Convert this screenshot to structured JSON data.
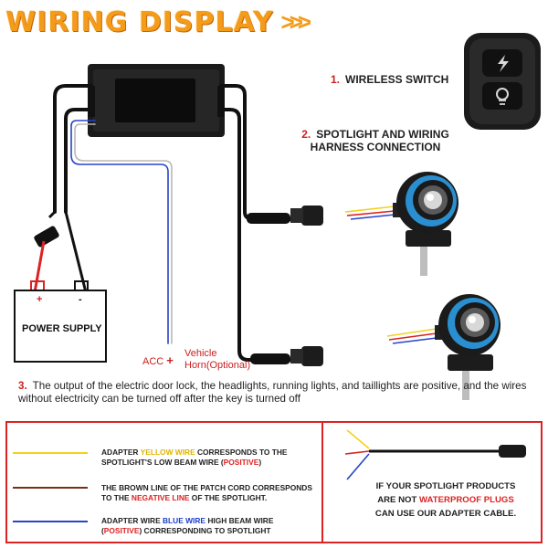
{
  "header": {
    "title": "WIRING DISPLAY",
    "chevrons": ">>>"
  },
  "steps": {
    "s1": {
      "num": "1.",
      "text": "WIRELESS SWITCH"
    },
    "s2": {
      "num": "2.",
      "line1": "SPOTLIGHT AND WIRING",
      "line2": "HARNESS CONNECTION"
    },
    "s3": {
      "num": "3.",
      "text": "The output of the electric door lock, the headlights, running lights, and taillights are positive, and the wires without electricity can be turned off after the key is turned off"
    }
  },
  "diagram": {
    "power_supply": "POWER SUPPLY",
    "plus": "+",
    "minus": "-",
    "acc": "ACC",
    "acc_plus": "+",
    "horn_line1": "Vehicle",
    "horn_line2": "Horn(Optional)"
  },
  "legend": {
    "yellow": {
      "p1": "ADAPTER ",
      "hl1": "YELLOW WIRE",
      "p2": " CORRESPONDS TO THE SPOTLIGHT'S LOW BEAM WIRE (",
      "hl2": "POSITIVE",
      "p3": ")"
    },
    "brown": {
      "p1": "THE BROWN LINE OF THE PATCH CORD CORRESPONDS TO THE ",
      "hl1": "NEGATIVE LINE",
      "p2": " OF THE SPOTLIGHT."
    },
    "blue": {
      "p1": "ADAPTER WIRE ",
      "hl1": "BLUE WIRE",
      "p2": " HIGH BEAM WIRE (",
      "hl2": "POSITIVE",
      "p3": ") CORRESPONDING TO SPOTLIGHT"
    },
    "adapter": {
      "line1": "IF YOUR SPOTLIGHT PRODUCTS",
      "p2": "ARE NOT ",
      "hl2": "WATERPROOF PLUGS",
      "line3": "CAN USE OUR ADAPTER CABLE."
    }
  },
  "colors": {
    "title": "#f59b1a",
    "accent_red": "#d22",
    "yellow_wire": "#f2d21c",
    "brown_wire": "#7a4a1a",
    "blue_wire": "#2744c9",
    "lamp_ring": "#2a8fd0"
  }
}
